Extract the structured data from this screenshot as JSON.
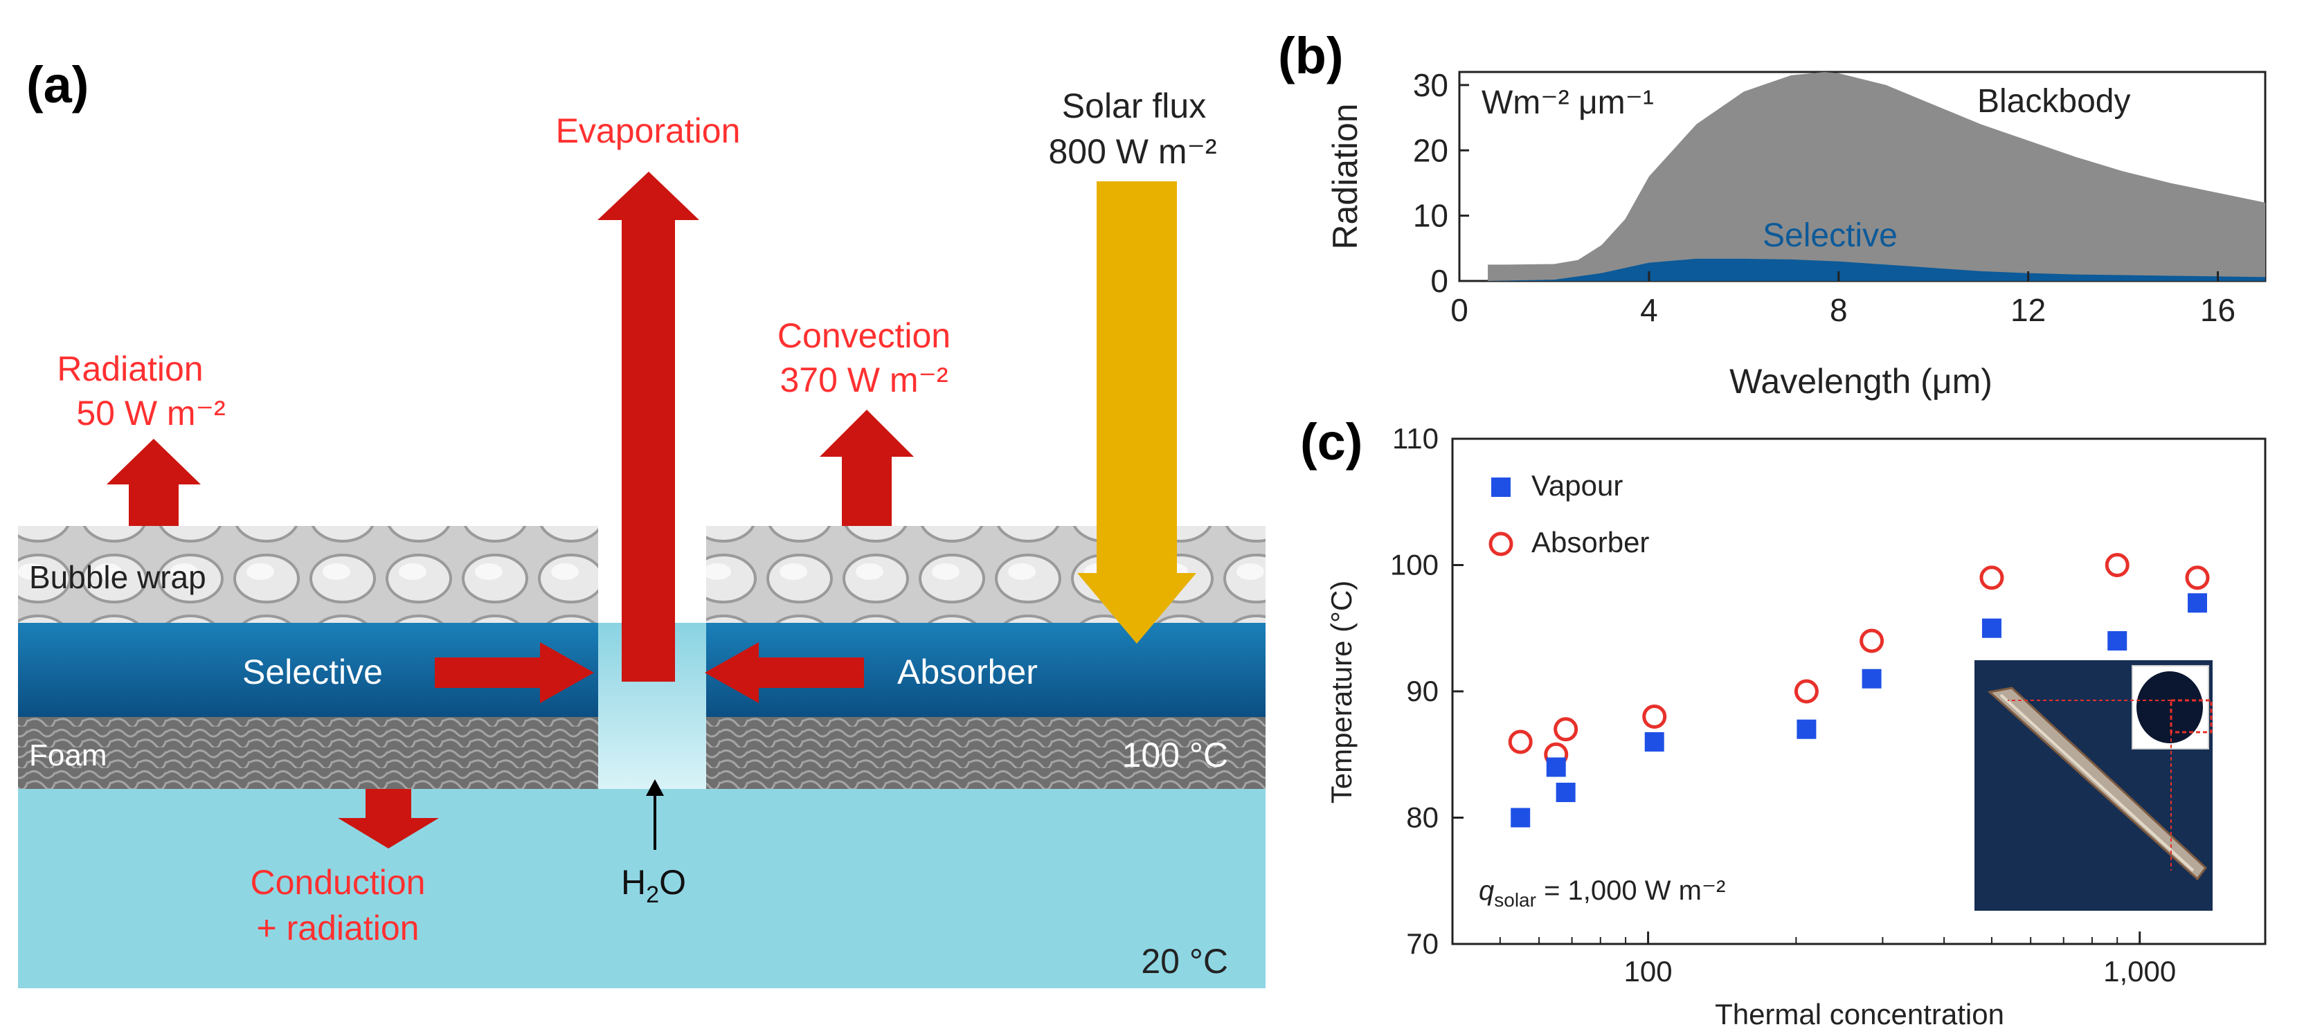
{
  "panel_a": {
    "label": "(a)",
    "evaporation": "Evaporation",
    "solar_title": "Solar flux",
    "solar_value": "800 W m⁻²",
    "radiation_title": "Radiation",
    "radiation_value": "50 W m⁻²",
    "convection_title": "Convection",
    "convection_value": "370 W m⁻²",
    "bubble_wrap": "Bubble wrap",
    "selective": "Selective",
    "absorber": "Absorber",
    "foam": "Foam",
    "temp_top": "100 °C",
    "conduction_line1": "Conduction",
    "conduction_line2": "+ radiation",
    "water_main": "H",
    "water_sub": "2",
    "water_end": "O",
    "temp_bottom": "20 °C",
    "colors": {
      "arrow_red": "#cc1510",
      "label_red": "#ff3030",
      "solar_yellow": "#e8b100",
      "selective_blue": "#0f6ea8",
      "water": "#8fd6e3",
      "foam_gray": "#777777",
      "bubble_gray": "#cfcfcf"
    }
  },
  "panel_b": {
    "label": "(b)",
    "units": "Wm⁻² μm⁻¹",
    "series_labels": [
      "Blackbody",
      "Selective"
    ],
    "colors": {
      "blackbody": "#8c8c8c",
      "selective": "#0c5a99"
    }
  },
  "panel_c": {
    "label": "(c)",
    "legend": [
      "Vapour",
      "Absorber"
    ],
    "annotation_q": "q",
    "annotation_sub": "solar",
    "annotation_rest": " = 1,000 W m⁻²",
    "colors": {
      "vapour": "#1f50e6",
      "absorber": "#e8302a"
    }
  },
  "chart_data": [
    {
      "type": "area",
      "xlabel": "Wavelength (μm)",
      "ylabel": "Radiation",
      "xlim": [
        0,
        17
      ],
      "ylim": [
        0,
        32
      ],
      "xticks": [
        0,
        4,
        8,
        12,
        16
      ],
      "yticks": [
        0,
        10,
        20,
        30
      ],
      "grid": false,
      "series": [
        {
          "name": "Blackbody",
          "x": [
            0.6,
            1,
            2,
            2.5,
            3,
            3.5,
            4,
            5,
            6,
            7,
            7.7,
            8,
            9,
            10,
            11,
            12,
            13,
            14,
            15,
            16,
            17
          ],
          "y": [
            2.5,
            2.5,
            2.6,
            3.2,
            5.5,
            9.5,
            16,
            24,
            29,
            31.5,
            32,
            31.8,
            30,
            27,
            24,
            21.5,
            19,
            16.8,
            15,
            13.5,
            12
          ]
        },
        {
          "name": "Selective",
          "x": [
            0.6,
            2,
            3,
            4,
            5,
            6,
            7,
            8,
            9,
            10,
            11,
            12,
            13,
            14,
            15,
            16,
            17
          ],
          "y": [
            0,
            0.2,
            1.2,
            2.8,
            3.4,
            3.4,
            3.3,
            3.0,
            2.5,
            2.0,
            1.5,
            1.2,
            1.0,
            0.9,
            0.8,
            0.7,
            0.6
          ]
        }
      ]
    },
    {
      "type": "scatter",
      "xlabel": "Thermal concentration",
      "ylabel": "Temperature (°C)",
      "xscale": "log",
      "xlim": [
        40,
        1800
      ],
      "ylim": [
        70,
        110
      ],
      "xticks": [
        100,
        1000
      ],
      "xtick_labels": [
        "100",
        "1,000"
      ],
      "yticks": [
        70,
        80,
        90,
        100,
        110
      ],
      "legend_position": "top-left",
      "series": [
        {
          "name": "Vapour",
          "x": [
            55,
            65,
            68,
            103,
            210,
            285,
            500,
            900,
            1310
          ],
          "y": [
            80,
            84,
            82,
            86,
            87,
            91,
            95,
            94,
            97
          ]
        },
        {
          "name": "Absorber",
          "x": [
            55,
            65,
            68,
            103,
            210,
            285,
            500,
            900,
            1310
          ],
          "y": [
            86,
            85,
            87,
            88,
            90,
            94,
            99,
            100,
            99
          ]
        }
      ]
    }
  ]
}
